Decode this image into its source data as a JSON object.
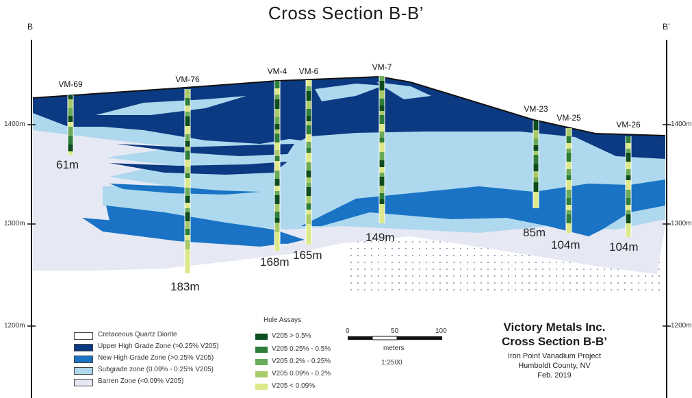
{
  "title": "Cross Section B-B’",
  "section_ends": {
    "left": "B",
    "right": "B’"
  },
  "elevation_labels": [
    "1400m",
    "1300m",
    "1200m"
  ],
  "drill_holes": [
    {
      "name": "VM-69",
      "depth_label": "61m"
    },
    {
      "name": "VM-76",
      "depth_label": "183m"
    },
    {
      "name": "VM-4",
      "depth_label": "168m"
    },
    {
      "name": "VM-6",
      "depth_label": "165m"
    },
    {
      "name": "VM-7",
      "depth_label": "149m"
    },
    {
      "name": "VM-23",
      "depth_label": "85m"
    },
    {
      "name": "VM-25",
      "depth_label": "104m"
    },
    {
      "name": "VM-26",
      "depth_label": "104m"
    }
  ],
  "legend": {
    "items": [
      {
        "label": "Cretaceous Quartz Diorite",
        "color": "#ffffff"
      },
      {
        "label": "Upper High Grade Zone (>0.25% V205)",
        "color": "#0b3a82"
      },
      {
        "label": "New High Grade Zone (>0.25% V205)",
        "color": "#1a73c4"
      },
      {
        "label": "Subgrade zone (0.09% - 0.25% V205)",
        "color": "#add8ee"
      },
      {
        "label": "Barren Zone (<0.09% V205)",
        "color": "#e6e8f4"
      }
    ]
  },
  "assays": {
    "title": "Hole Assays",
    "items": [
      {
        "label": "V205 > 0.5%",
        "color": "#0d4d1f"
      },
      {
        "label": "V205 0.25% - 0.5%",
        "color": "#2e7d3b"
      },
      {
        "label": "V205 0.2% - 0.25%",
        "color": "#6aaa5a"
      },
      {
        "label": "V205 0.09% - 0.2%",
        "color": "#a8c96a"
      },
      {
        "label": "V205 < 0.09%",
        "color": "#dde88a"
      }
    ]
  },
  "scale": {
    "ticks": [
      "0",
      "50",
      "100"
    ],
    "unit": "meters",
    "ratio": "1:2500"
  },
  "info": {
    "company": "Victory Metals Inc.",
    "subtitle": "Cross Section B-B’",
    "project": "Iron Point Vanadium Project",
    "county": "Humboldt County, NV",
    "date": "Feb. 2019"
  }
}
